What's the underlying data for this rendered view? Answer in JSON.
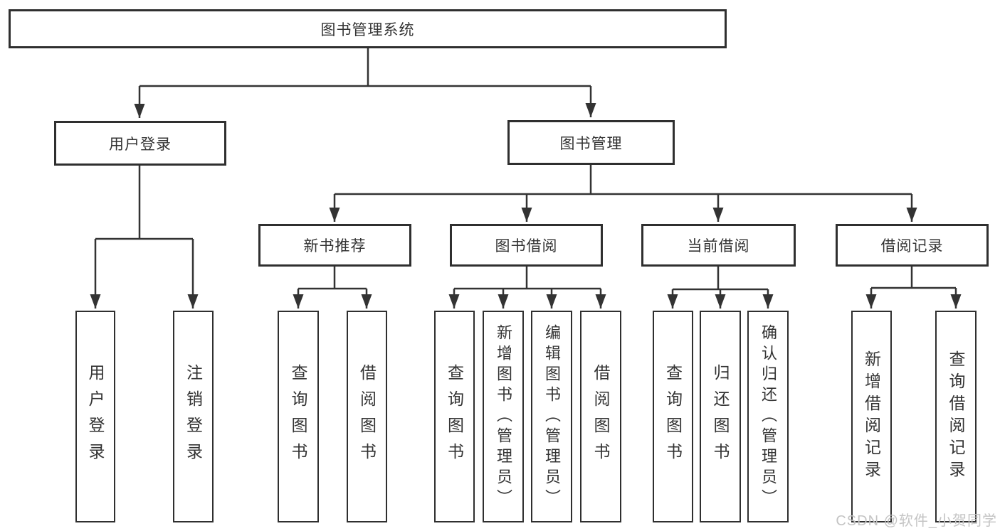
{
  "tree": {
    "root": "图书管理系统",
    "children": [
      {
        "label": "用户登录",
        "children": [
          "用户登录",
          "注销登录"
        ]
      },
      {
        "label": "图书管理",
        "children": [
          {
            "label": "新书推荐",
            "children": [
              "查询图书",
              "借阅图书"
            ]
          },
          {
            "label": "图书借阅",
            "children": [
              "查询图书",
              "新增图书（管理员）",
              "编辑图书（管理员）",
              "借阅图书"
            ]
          },
          {
            "label": "当前借阅",
            "children": [
              "查询图书",
              "归还图书",
              "确认归还（管理员）"
            ]
          },
          {
            "label": "借阅记录",
            "children": [
              "新增借阅记录",
              "查询借阅记录"
            ]
          }
        ]
      }
    ]
  },
  "watermark": "CSDN @软件_小贺同学",
  "colors": {
    "line": "#333333",
    "border": "#2f2f2f",
    "text": "#333333",
    "background": "#ffffff",
    "watermark": "#c4c4c4"
  }
}
